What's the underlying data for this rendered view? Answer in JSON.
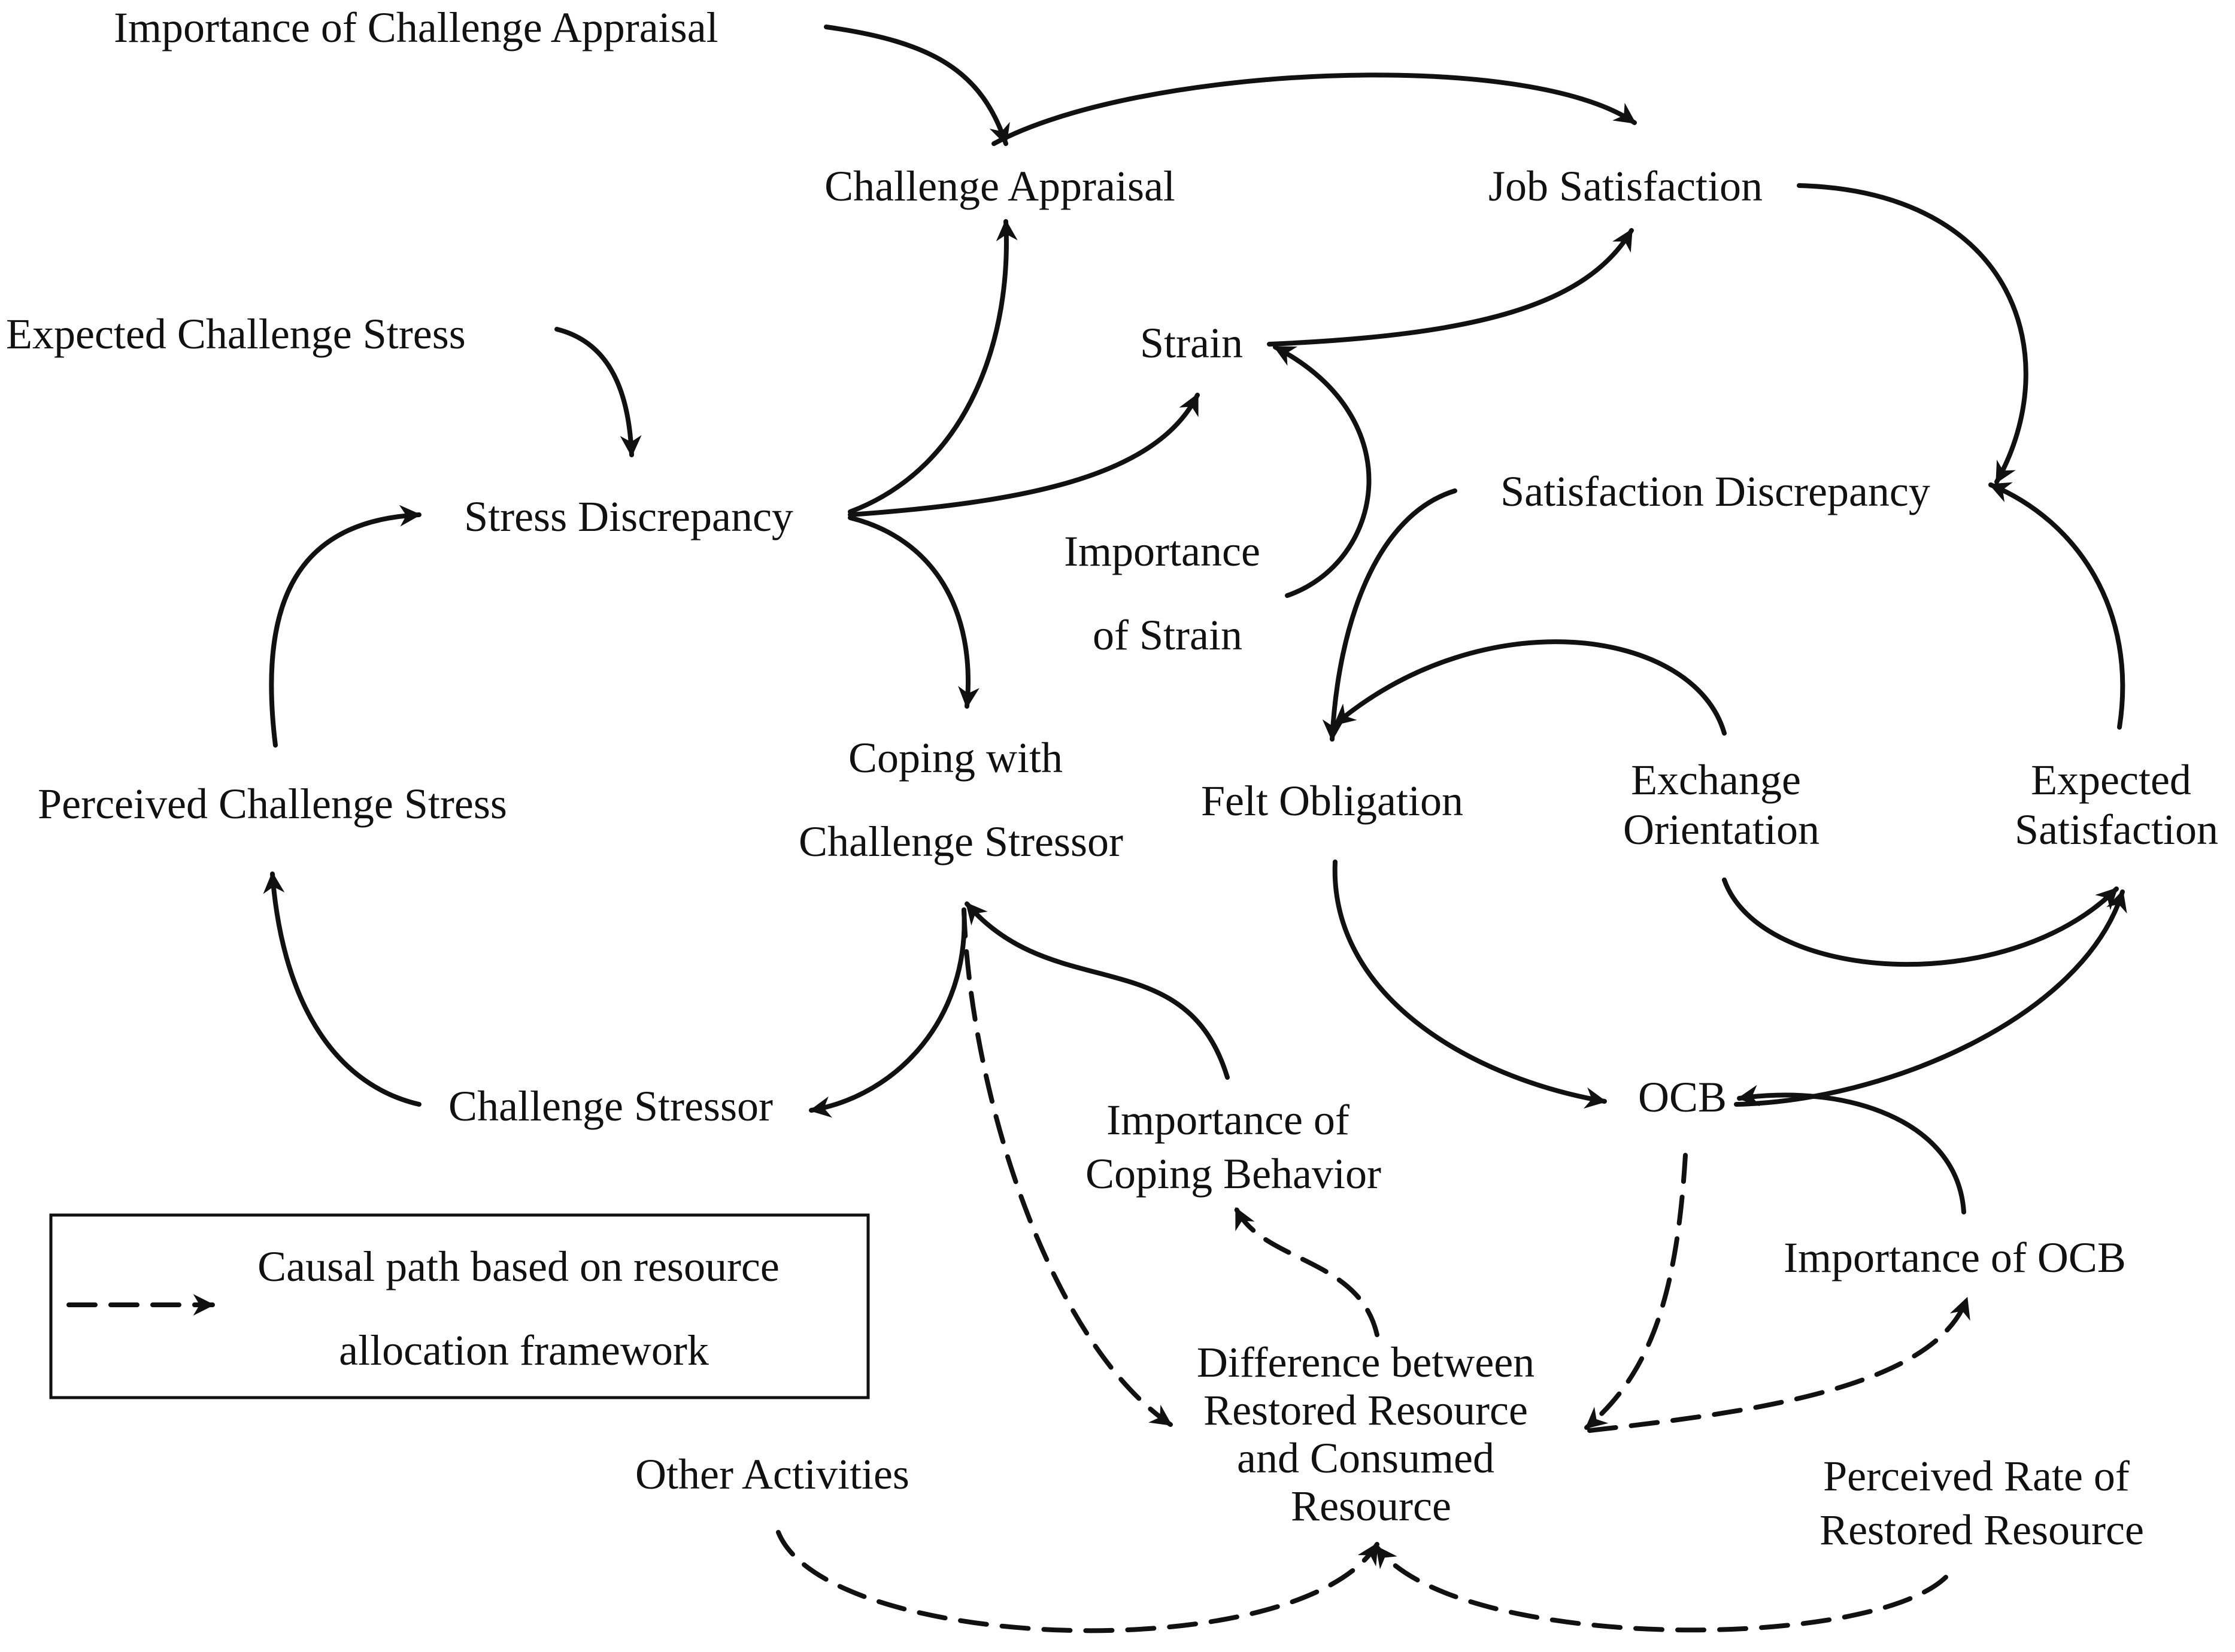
{
  "nodes": {
    "importance_challenge_appraisal": "Importance of Challenge Appraisal",
    "challenge_appraisal": "Challenge Appraisal",
    "job_satisfaction": "Job Satisfaction",
    "expected_challenge_stress": "Expected Challenge Stress",
    "strain": "Strain",
    "stress_discrepancy": "Stress Discrepancy",
    "satisfaction_discrepancy": "Satisfaction Discrepancy",
    "importance_of_strain": [
      "Importance",
      "of Strain"
    ],
    "coping": [
      "Coping with",
      "Challenge Stressor"
    ],
    "felt_obligation": "Felt Obligation",
    "exchange_orientation": [
      "Exchange",
      "Orientation"
    ],
    "expected_satisfaction": [
      "Expected",
      "Satisfaction"
    ],
    "perceived_challenge_stress": "Perceived Challenge Stress",
    "challenge_stressor": "Challenge Stressor",
    "importance_coping": [
      "Importance of",
      "Coping Behavior"
    ],
    "ocb": "OCB",
    "importance_ocb": "Importance of OCB",
    "difference": [
      "Difference between",
      "Restored Resource",
      "and Consumed",
      "Resource"
    ],
    "other_activities": "Other Activities",
    "perceived_rate": [
      "Perceived Rate of",
      "Restored Resource"
    ]
  },
  "legend": {
    "lines": [
      "Causal path based on resource",
      "allocation framework"
    ],
    "line_style": "dashed"
  },
  "edges": [
    {
      "from": "Importance of Challenge Appraisal",
      "to": "Challenge Appraisal",
      "style": "solid"
    },
    {
      "from": "Challenge Appraisal",
      "to": "Job Satisfaction",
      "style": "solid"
    },
    {
      "from": "Job Satisfaction",
      "to": "Satisfaction Discrepancy",
      "style": "solid"
    },
    {
      "from": "Strain",
      "to": "Job Satisfaction",
      "style": "solid"
    },
    {
      "from": "Importance of Strain",
      "to": "Strain",
      "style": "solid"
    },
    {
      "from": "Expected Challenge Stress",
      "to": "Stress Discrepancy",
      "style": "solid"
    },
    {
      "from": "Stress Discrepancy",
      "to": "Challenge Appraisal",
      "style": "solid"
    },
    {
      "from": "Stress Discrepancy",
      "to": "Strain",
      "style": "solid"
    },
    {
      "from": "Stress Discrepancy",
      "to": "Coping with Challenge Stressor",
      "style": "solid"
    },
    {
      "from": "Satisfaction Discrepancy",
      "to": "Felt Obligation",
      "style": "solid"
    },
    {
      "from": "Exchange Orientation",
      "to": "Felt Obligation",
      "style": "solid"
    },
    {
      "from": "Exchange Orientation",
      "to": "Expected Satisfaction",
      "style": "solid"
    },
    {
      "from": "Expected Satisfaction",
      "to": "Satisfaction Discrepancy",
      "style": "solid"
    },
    {
      "from": "Felt Obligation",
      "to": "OCB",
      "style": "solid"
    },
    {
      "from": "OCB",
      "to": "Expected Satisfaction",
      "style": "solid"
    },
    {
      "from": "Importance of OCB",
      "to": "OCB",
      "style": "solid"
    },
    {
      "from": "Perceived Challenge Stress",
      "to": "Stress Discrepancy",
      "style": "solid"
    },
    {
      "from": "Challenge Stressor",
      "to": "Perceived Challenge Stress",
      "style": "solid"
    },
    {
      "from": "Coping with Challenge Stressor",
      "to": "Challenge Stressor",
      "style": "solid"
    },
    {
      "from": "Importance of Coping Behavior",
      "to": "Coping with Challenge Stressor",
      "style": "solid"
    },
    {
      "from": "Coping with Challenge Stressor",
      "to": "Difference between Restored Resource and Consumed Resource",
      "style": "dashed"
    },
    {
      "from": "Difference between Restored Resource and Consumed Resource",
      "to": "Importance of Coping Behavior",
      "style": "dashed"
    },
    {
      "from": "OCB",
      "to": "Difference between Restored Resource and Consumed Resource",
      "style": "dashed"
    },
    {
      "from": "Difference between Restored Resource and Consumed Resource",
      "to": "Importance of OCB",
      "style": "dashed"
    },
    {
      "from": "Other Activities",
      "to": "Difference between Restored Resource and Consumed Resource",
      "style": "dashed"
    },
    {
      "from": "Perceived Rate of Restored Resource",
      "to": "Difference between Restored Resource and Consumed Resource",
      "style": "dashed"
    }
  ]
}
